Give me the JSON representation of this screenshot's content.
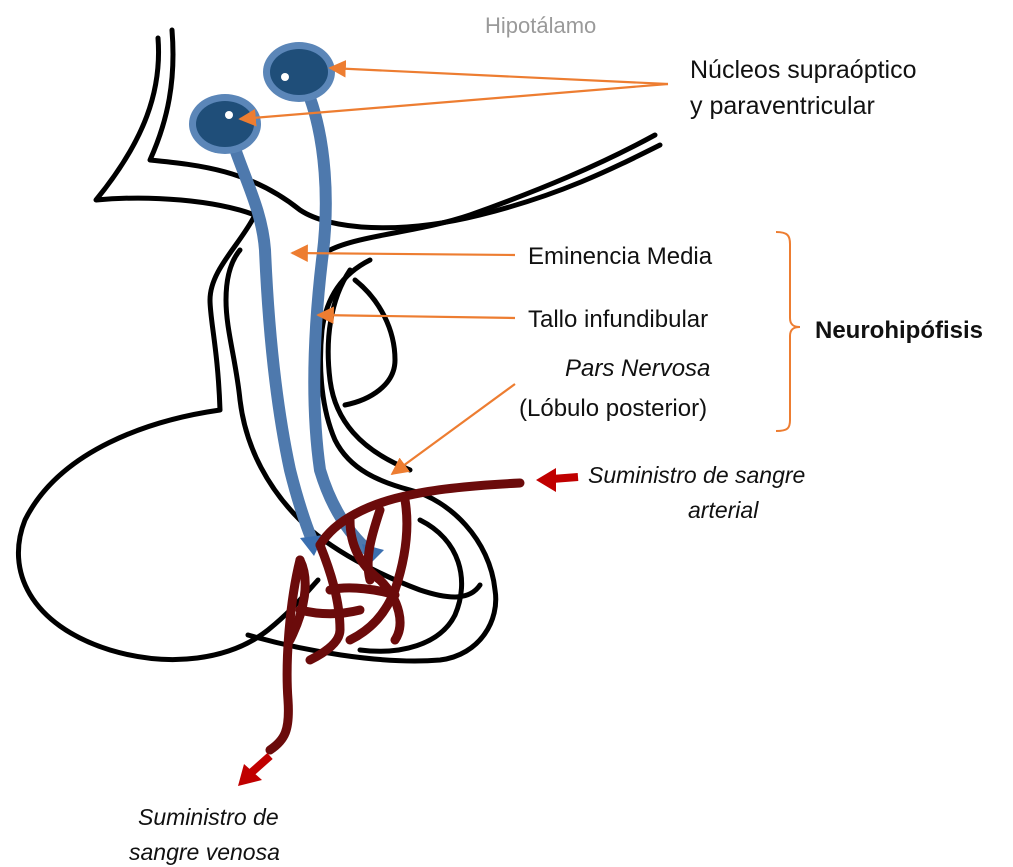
{
  "labels": {
    "hypothalamus": "Hipotálamo",
    "nuclei_line1": "Núcleos supraóptico",
    "nuclei_line2": "y paraventricular",
    "median_eminence": "Eminencia Media",
    "infundibular_stalk": "Tallo infundibular",
    "pars_nervosa_line1": "Pars Nervosa",
    "pars_nervosa_line2": "(Lóbulo posterior)",
    "neurohypophysis": "Neurohipófisis",
    "arterial_line1": "Suministro de sangre",
    "arterial_line2": "arterial",
    "venous_line1": "Suministro de",
    "venous_line2": "sangre venosa"
  },
  "colors": {
    "outline": "#000000",
    "axon": "#4e79ad",
    "nucleus_fill": "#1f4e79",
    "nucleus_ring": "#5b86b8",
    "vessel": "#6b0b0b",
    "pointer": "#ed7d31",
    "flow_arrow": "#c00000",
    "grey_text": "#9a9a9a"
  }
}
